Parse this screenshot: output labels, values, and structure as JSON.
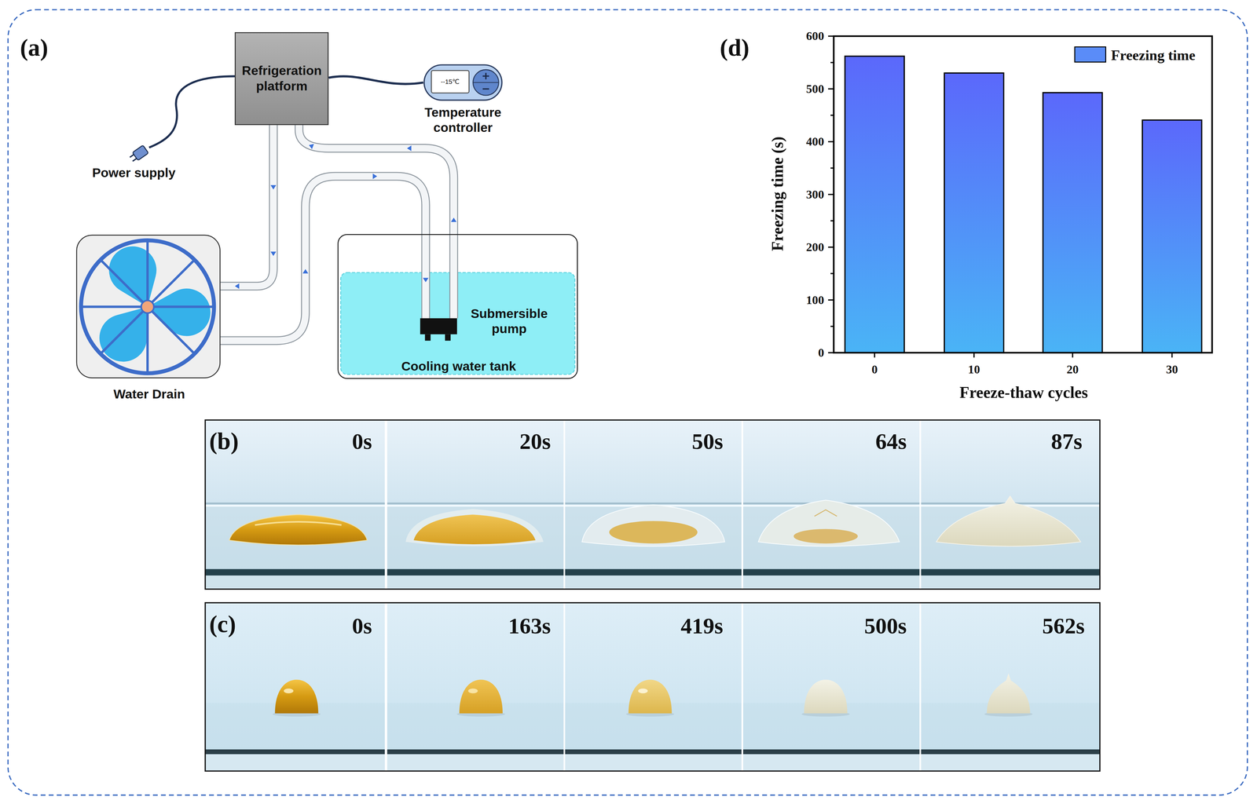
{
  "diagram": {
    "nodes": [
      {
        "text": [
          "Refrigeration platform"
        ]
      },
      {
        "text": [
          "--15℃",
          "Temperature controller"
        ]
      },
      {
        "text": [
          "Water Drain"
        ]
      },
      {
        "text": [
          "Cooling water tank"
        ]
      },
      {
        "text": [
          "Submersible pump"
        ],
        "in": 3
      }
    ],
    "edges": [
      {
        "from": 0,
        "to": 2,
        "arrow": "to"
      },
      {
        "from": 2,
        "to": 4,
        "arrow": "to"
      },
      {
        "from": 4,
        "to": 0,
        "arrow": "to"
      },
      {
        "from": 0,
        "to": 1,
        "arrow": "none"
      }
    ],
    "labels": [
      "(a)",
      "Power supply",
      "(b)",
      "0s",
      "20s",
      "50s",
      "64s",
      "87s",
      "(c)",
      "0s",
      "163s",
      "419s",
      "500s",
      "562s",
      "(d)",
      "0",
      "100",
      "200",
      "300",
      "400",
      "500",
      "600",
      "0",
      "10",
      "20",
      "30",
      "Freezing time (s)",
      "Freeze-thaw cycles"
    ],
    "legend": [
      {
        "text": "Freezing time",
        "color": "#5a8cf8"
      }
    ]
  }
}
